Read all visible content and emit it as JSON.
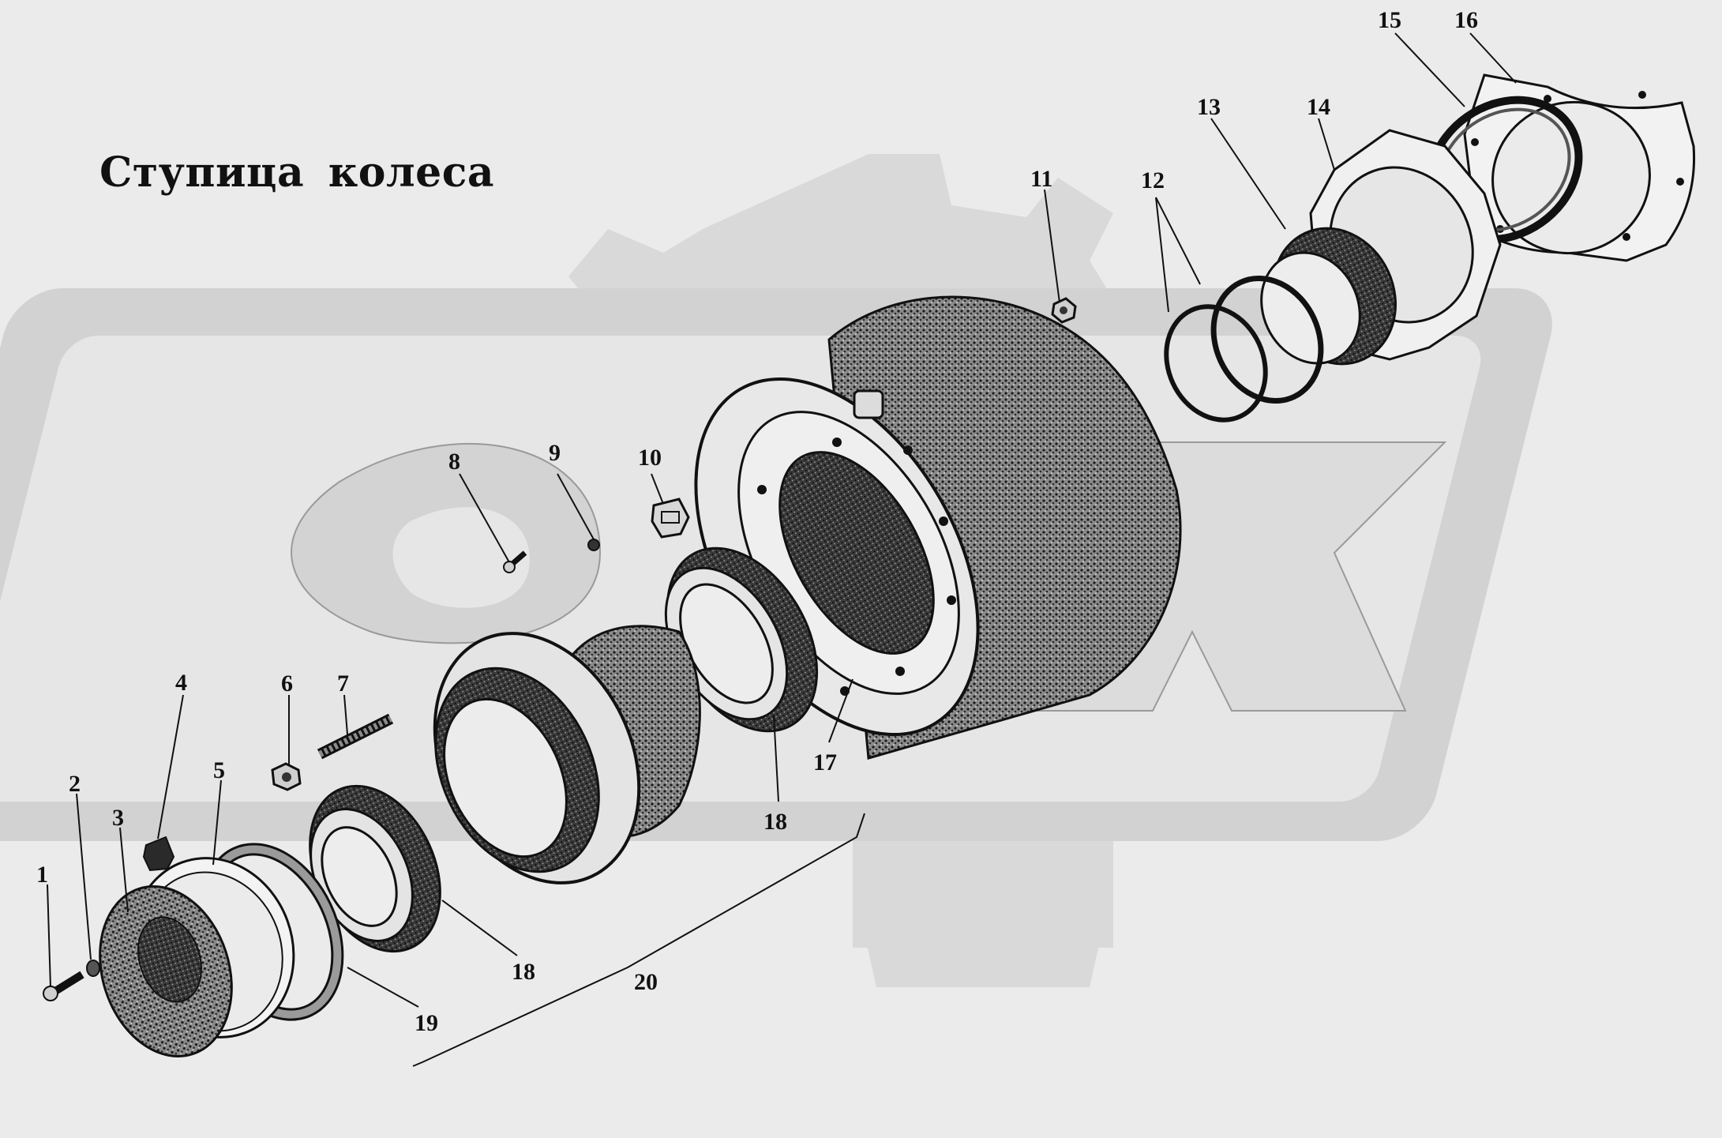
{
  "title": "Ступица  колеса",
  "watermark": {
    "letters": "МАЗ",
    "fill": "#d4d4d4",
    "panel": "#e4e4e4"
  },
  "colors": {
    "background": "#ebebeb",
    "ink": "#111111",
    "metal_dark": "#262626",
    "metal_light": "#e2e2e2"
  },
  "callouts": [
    {
      "id": "c1",
      "label": "1"
    },
    {
      "id": "c2",
      "label": "2"
    },
    {
      "id": "c3",
      "label": "3"
    },
    {
      "id": "c4",
      "label": "4"
    },
    {
      "id": "c5",
      "label": "5"
    },
    {
      "id": "c6",
      "label": "6"
    },
    {
      "id": "c7",
      "label": "7"
    },
    {
      "id": "c8",
      "label": "8"
    },
    {
      "id": "c9",
      "label": "9"
    },
    {
      "id": "c10",
      "label": "10"
    },
    {
      "id": "c11",
      "label": "11"
    },
    {
      "id": "c12",
      "label": "12"
    },
    {
      "id": "c13",
      "label": "13"
    },
    {
      "id": "c14",
      "label": "14"
    },
    {
      "id": "c15",
      "label": "15"
    },
    {
      "id": "c16",
      "label": "16"
    },
    {
      "id": "c17",
      "label": "17"
    },
    {
      "id": "c18a",
      "label": "18"
    },
    {
      "id": "c18b",
      "label": "18"
    },
    {
      "id": "c19",
      "label": "19"
    },
    {
      "id": "c20",
      "label": "20"
    }
  ]
}
